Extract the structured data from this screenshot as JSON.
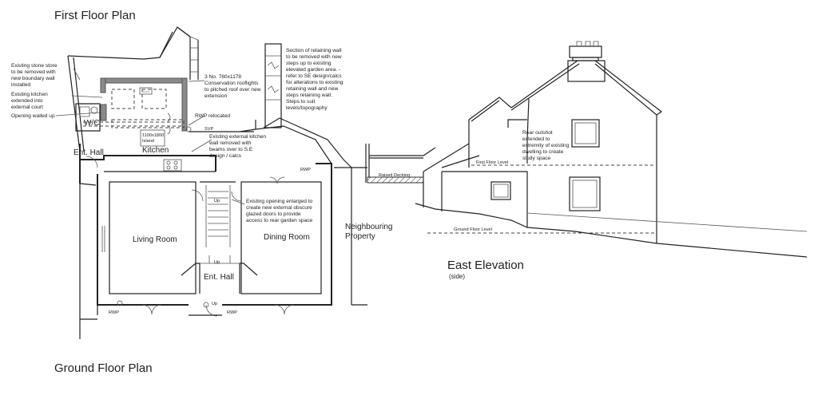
{
  "titles": {
    "first_floor": "First Floor Plan",
    "ground_floor": "Ground Floor Plan",
    "east_elevation": "East Elevation",
    "east_elevation_sub": "(side)"
  },
  "rooms": {
    "wc": "W/C",
    "ent_hall_left": "Ent. Hall",
    "kitchen": "Kitchen",
    "living_room": "Living Room",
    "dining_room": "Dining Room",
    "ent_hall_front": "Ent. Hall",
    "neighbouring_line1": "Neighbouring",
    "neighbouring_line2": "Property"
  },
  "notes_left": {
    "store": [
      "Existing stone store",
      "to be removed with",
      "new boundary wall",
      "installed"
    ],
    "kitchen_ext": [
      "Existing kitchen",
      "extended into",
      "external court"
    ],
    "opening": [
      "Opening walled up"
    ]
  },
  "notes_center": {
    "rooflights": [
      "3 No. 780x1178",
      "Conservation rooflights",
      "to pitched roof over new",
      "extension"
    ],
    "rwp_relocated": [
      "RWP relocated"
    ],
    "svp": "SVP",
    "kitchen_wall": [
      "Existing external kitchen",
      "wall removed with",
      "beams over to S.E",
      "design / calcs"
    ],
    "opening_enlarged": [
      "Existing opening enlarged to",
      "create new external obscure",
      "glazed doors to provide",
      "access to rear garden space"
    ],
    "retaining": [
      "Section of retaining wall",
      "to be removed with new",
      "steps up to existing",
      "elevated garden area. -",
      "refer to SE design/calcs",
      "for alterations to existing",
      "retaining wall and new",
      "steps retaining wall.",
      "Steps to suit",
      "levels/topography"
    ],
    "bed_size": [
      "1100x1800",
      "Island"
    ]
  },
  "labels": {
    "rwp_top": "RWP",
    "rwp_left": "RWP",
    "rwp_right": "RWP",
    "up1": "Up",
    "up2": "Up",
    "up3": "Up"
  },
  "elevation": {
    "raised_decking": "Raised Decking",
    "first_floor_level": "First Floor Level",
    "ground_floor_level": "Ground Floor Level",
    "note": [
      "Rear outshot",
      "extended to",
      "extremity of existing",
      "dwelling to create",
      "study space"
    ]
  }
}
